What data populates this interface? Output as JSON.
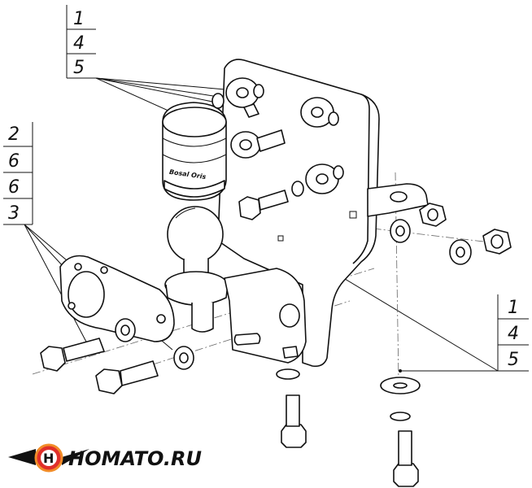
{
  "callouts": {
    "top_left": [
      "1",
      "4",
      "5"
    ],
    "left": [
      "2",
      "6",
      "6",
      "3"
    ],
    "right": [
      "1",
      "4",
      "5"
    ]
  },
  "logo": {
    "text": "HOMATO.RU",
    "letter_mark": "H",
    "colors": {
      "red": "#e0302a",
      "orange": "#f28c28",
      "dark": "#111111"
    }
  },
  "ball_cover_brand": "Bosal Oris"
}
